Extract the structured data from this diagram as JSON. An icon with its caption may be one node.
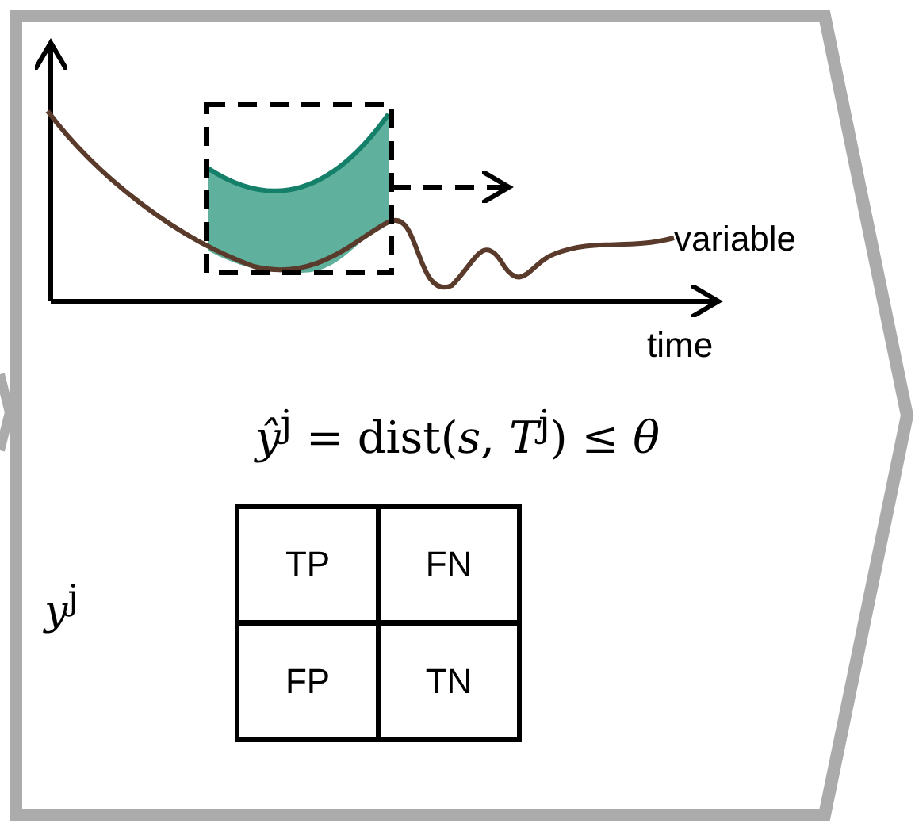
{
  "diagram": {
    "labels": [
      "variable",
      "time",
      "*ŷ*$^{j}$ = dist(*s*, *T*$^{j}$) ≤ *θ*",
      "*y*$^{j}$",
      "TP",
      "FN",
      "FP",
      "TN"
    ]
  }
}
